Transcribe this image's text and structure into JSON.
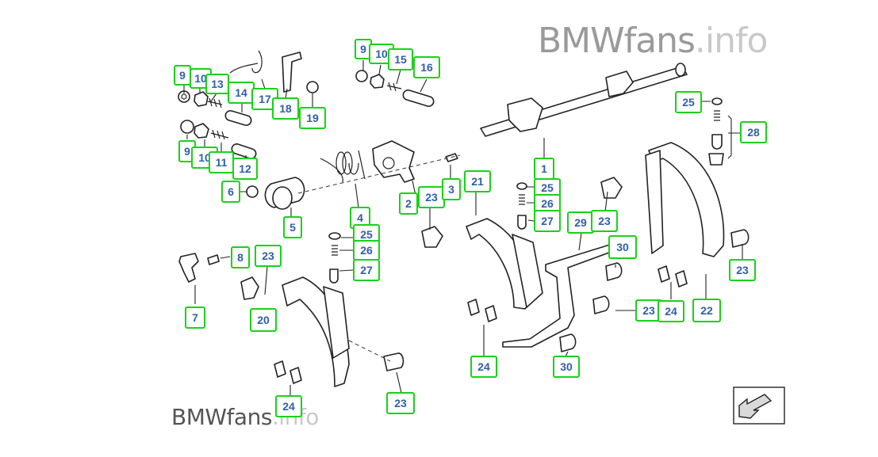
{
  "watermark": {
    "brand": "BMWfans",
    "suffix": ".info"
  },
  "callouts": [
    {
      "label": "9"
    },
    {
      "label": "10"
    },
    {
      "label": "13"
    },
    {
      "label": "14"
    },
    {
      "label": "17"
    },
    {
      "label": "18"
    },
    {
      "label": "19"
    },
    {
      "label": "9"
    },
    {
      "label": "10"
    },
    {
      "label": "15"
    },
    {
      "label": "16"
    },
    {
      "label": "9"
    },
    {
      "label": "10"
    },
    {
      "label": "11"
    },
    {
      "label": "12"
    },
    {
      "label": "6"
    },
    {
      "label": "5"
    },
    {
      "label": "4"
    },
    {
      "label": "25"
    },
    {
      "label": "26"
    },
    {
      "label": "27"
    },
    {
      "label": "2"
    },
    {
      "label": "23"
    },
    {
      "label": "3"
    },
    {
      "label": "21"
    },
    {
      "label": "1"
    },
    {
      "label": "25"
    },
    {
      "label": "26"
    },
    {
      "label": "27"
    },
    {
      "label": "25"
    },
    {
      "label": "28"
    },
    {
      "label": "29"
    },
    {
      "label": "23"
    },
    {
      "label": "30"
    },
    {
      "label": "8"
    },
    {
      "label": "23"
    },
    {
      "label": "7"
    },
    {
      "label": "20"
    },
    {
      "label": "23"
    },
    {
      "label": "23"
    },
    {
      "label": "24"
    },
    {
      "label": "22"
    },
    {
      "label": "24"
    },
    {
      "label": "30"
    },
    {
      "label": "24"
    },
    {
      "label": "23"
    }
  ]
}
